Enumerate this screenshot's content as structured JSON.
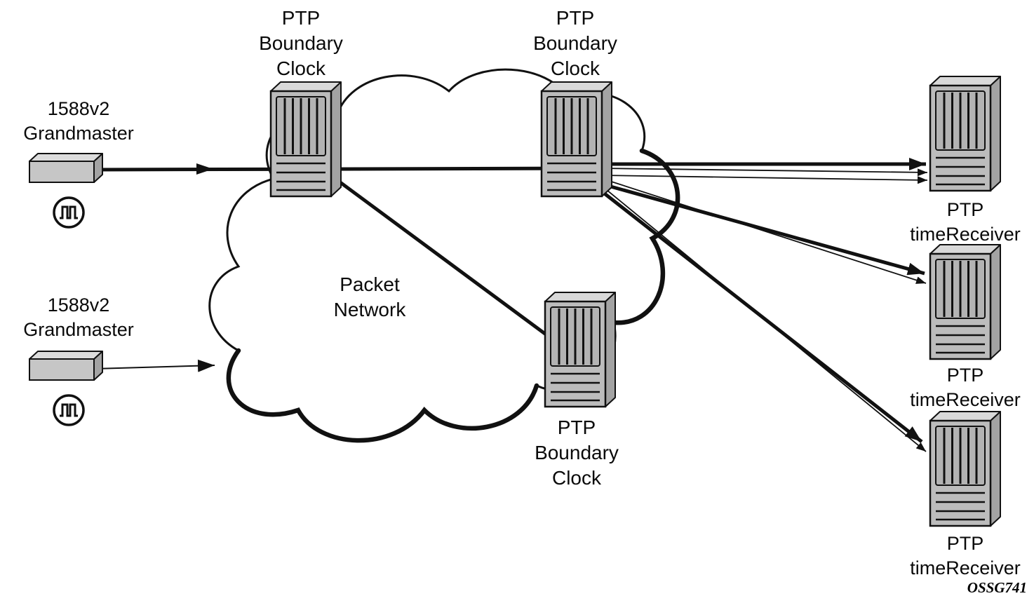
{
  "diagram": {
    "watermark": "OSSG741",
    "labels": {
      "grandmaster1": "1588v2\nGrandmaster",
      "grandmaster2": "1588v2\nGrandmaster",
      "boundary_clock1": "PTP\nBoundary\nClock",
      "boundary_clock2": "PTP\nBoundary\nClock",
      "boundary_clock3": "PTP\nBoundary\nClock",
      "packet_network": "Packet\nNetwork",
      "time_receiver1": "PTP\ntimeReceiver",
      "time_receiver2": "PTP\ntimeReceiver",
      "time_receiver3": "PTP\ntimeReceiver"
    },
    "icons": {
      "clock1": "square-wave-clock-icon",
      "clock2": "square-wave-clock-icon"
    },
    "colors": {
      "outline": "#111111",
      "device_front": "#bcbcbc",
      "device_vent": "#b3b3b3",
      "device_top": "#d9d9d9",
      "device_side": "#a3a3a3",
      "background": "#ffffff"
    }
  }
}
